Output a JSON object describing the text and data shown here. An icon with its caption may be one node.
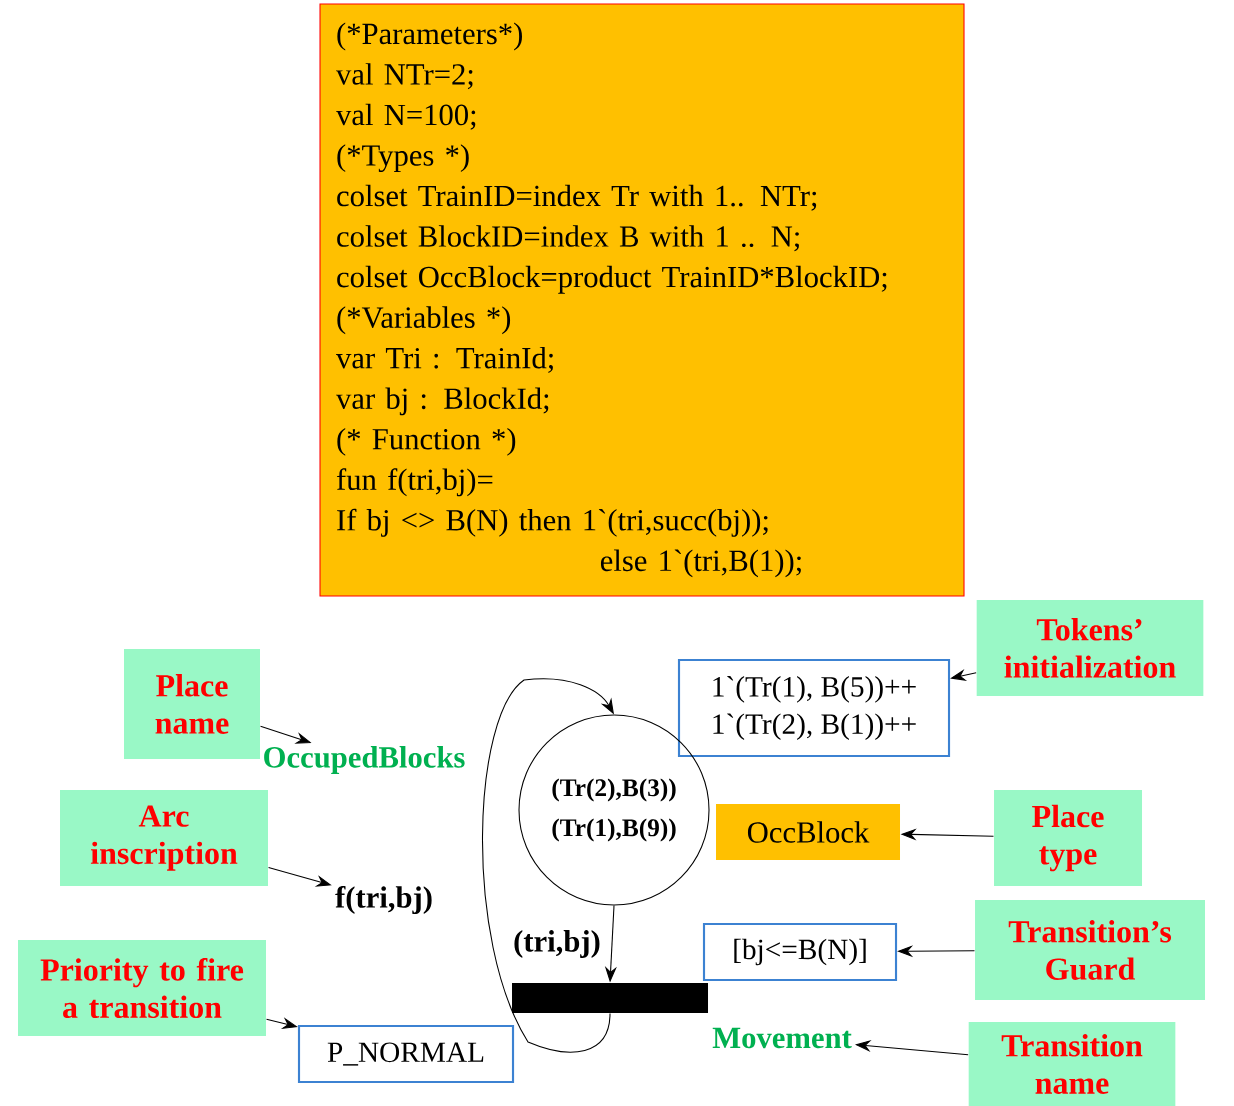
{
  "diagram": {
    "nodes": [
      {
        "text": [
          "(*Parameters*)",
          "val NTr=2;",
          "val N=100;",
          "(*Types *)",
          "colset TrainID=index Tr with 1.. NTr;",
          "colset  BlockID=index B with 1 .. N;",
          "colset OccBlock=product TrainID*BlockID;",
          "(*Variables *)",
          "var Tri : TrainId;",
          "var bj : BlockId;",
          "(* Function *)",
          "fun f(tri,bj)=",
          "If bj <> B(N) then  1`(tri,succ(bj));",
          "else 1`(tri,B(1));"
        ]
      },
      {
        "text": [
          "Place name"
        ]
      },
      {
        "text": [
          "Tokens’ initialization"
        ]
      },
      {
        "text": [
          "1`(Tr(1), B(5))++",
          "1`(Tr(2), B(1))++"
        ]
      },
      {
        "text": [
          "OccupedBlocks"
        ]
      },
      {
        "text": [
          "(Tr(2),B(3))",
          "(Tr(1),B(9))"
        ]
      },
      {
        "text": [
          "Arc inscription"
        ]
      },
      {
        "text": [
          "OccBlock"
        ]
      },
      {
        "text": [
          "Place type"
        ]
      },
      {
        "text": [
          "f(tri,bj)"
        ]
      },
      {
        "text": [
          "[bj<=B(N)]"
        ]
      },
      {
        "text": [
          "Transition’s Guard"
        ]
      },
      {
        "text": [
          "Priority to fire a transition"
        ]
      },
      {
        "text": [],
        "shape": "bar"
      },
      {
        "text": [
          "Movement"
        ]
      },
      {
        "text": [
          "P_NORMAL"
        ]
      },
      {
        "text": [
          "Transition name"
        ]
      }
    ],
    "edges": [
      {
        "from": 1,
        "to": 4,
        "arrow": "to"
      },
      {
        "from": 2,
        "to": 3,
        "arrow": "to"
      },
      {
        "from": 6,
        "to": 9,
        "arrow": "to"
      },
      {
        "from": 8,
        "to": 7,
        "arrow": "to"
      },
      {
        "from": 11,
        "to": 10,
        "arrow": "to"
      },
      {
        "from": 12,
        "to": 15,
        "arrow": "to"
      },
      {
        "from": 16,
        "to": 14,
        "arrow": "to"
      },
      {
        "from": 5,
        "to": 13,
        "arrow": "to",
        "label": "(tri,bj)"
      },
      {
        "from": 13,
        "to": 5,
        "arrow": "to"
      }
    ]
  }
}
